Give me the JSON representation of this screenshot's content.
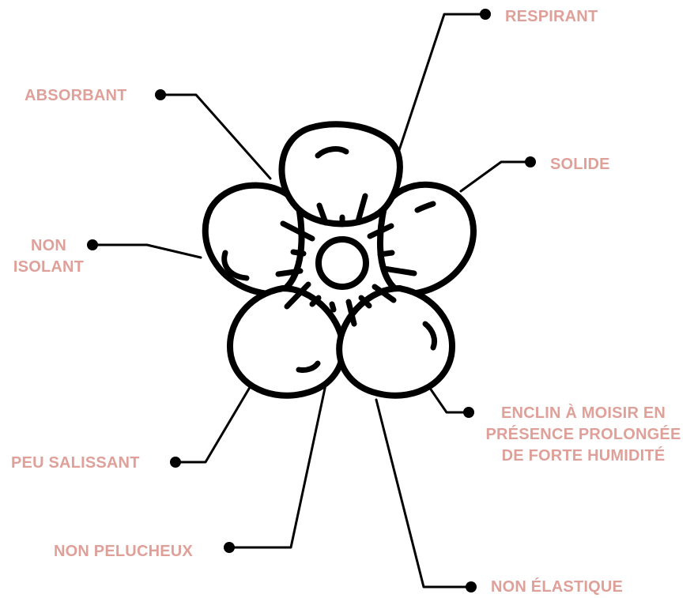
{
  "colors": {
    "label": "#e0a09a",
    "ink": "#000000"
  },
  "icon": "flower-icon",
  "labels": {
    "respirant": "RESPIRANT",
    "absorbant": "ABSORBANT",
    "solide": "SOLIDE",
    "non_isolant": "NON\nISOLANT",
    "enclin": "ENCLIN À MOISIR EN\nPRÉSENCE PROLONGÉE\nDE FORTE HUMIDITÉ",
    "peu_salissant": "PEU SALISSANT",
    "non_pelucheux": "NON PELUCHEUX",
    "non_elastique": "NON ÉLASTIQUE"
  }
}
